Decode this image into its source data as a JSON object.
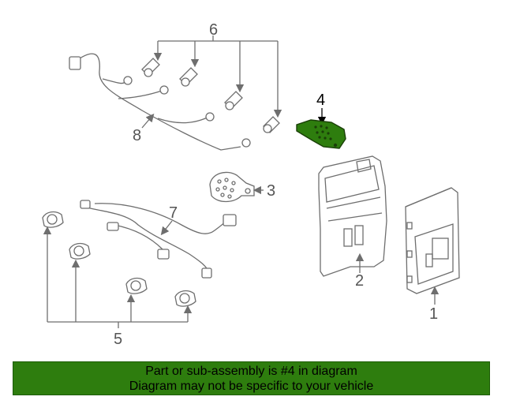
{
  "diagram": {
    "callouts": [
      "1",
      "2",
      "3",
      "4",
      "5",
      "6",
      "7",
      "8"
    ],
    "highlighted_callout": "4",
    "highlight_color": "#2e7d0e"
  },
  "banner": {
    "line1": "Part or sub-assembly is #4 in diagram",
    "line2": "Diagram may not be specific to your vehicle",
    "background": "#2e7d0e"
  }
}
